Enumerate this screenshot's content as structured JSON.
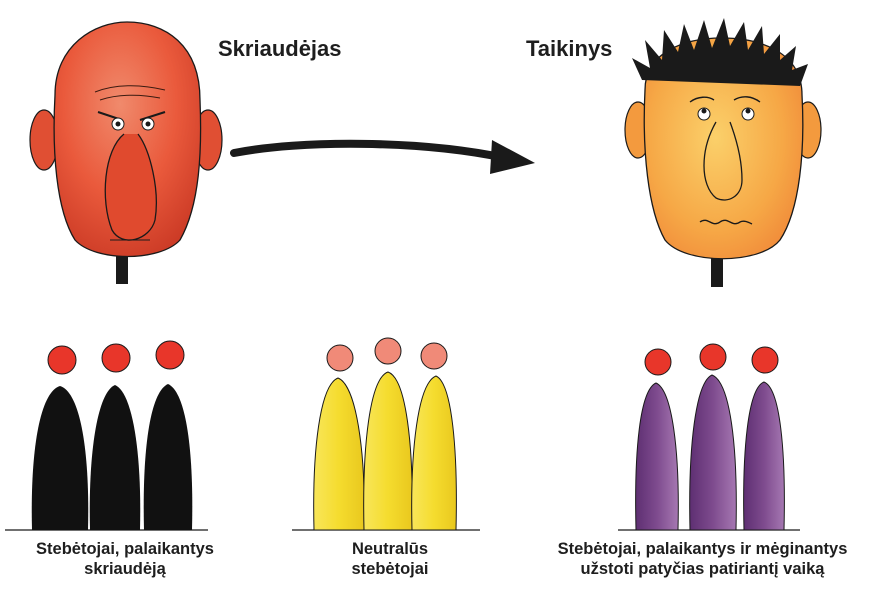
{
  "roles": {
    "bully": "Skriaudėjas",
    "target": "Taikinys"
  },
  "groups": {
    "supporting": {
      "line1": "Stebėtojai, palaikantys",
      "line2": "skriaudėją"
    },
    "neutral": {
      "line1": "Neutralūs",
      "line2": "stebėtojai"
    },
    "defenders": {
      "line1": "Stebėtojai, palaikantys ir mėginantys",
      "line2": "užstoti patyčias patiriantį vaiką"
    }
  },
  "colors": {
    "bully_face": "#ea5a3c",
    "target_face": "#f4a044",
    "head_dot": "#e8362a",
    "supporting_figures": "#111111",
    "neutral_figures": "#f5e03a",
    "defender_figures": "#7e4b8e",
    "arrow": "#1a1a1a"
  },
  "icons": [
    "bully-face-icon",
    "target-face-icon",
    "arrow-icon",
    "bystander-figure-icon"
  ]
}
